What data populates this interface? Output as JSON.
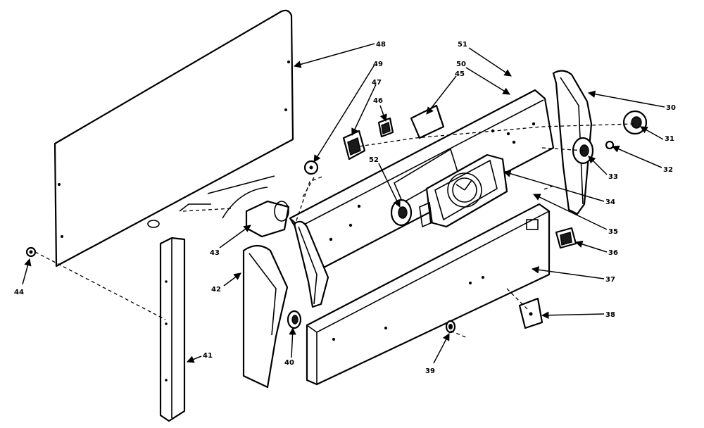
{
  "diagram": {
    "callouts": {
      "c01": "48",
      "c02": "49",
      "c03": "47",
      "c04": "46",
      "c05": "45",
      "c06": "51",
      "c07": "50",
      "c08": "30",
      "c09": "31",
      "c10": "32",
      "c11": "33",
      "c12": "52",
      "c13": "34",
      "c14": "35",
      "c15": "36",
      "c16": "37",
      "c17": "38",
      "c18": "39",
      "c19": "40",
      "c20": "41",
      "c21": "42",
      "c22": "43",
      "c23": "44"
    }
  }
}
